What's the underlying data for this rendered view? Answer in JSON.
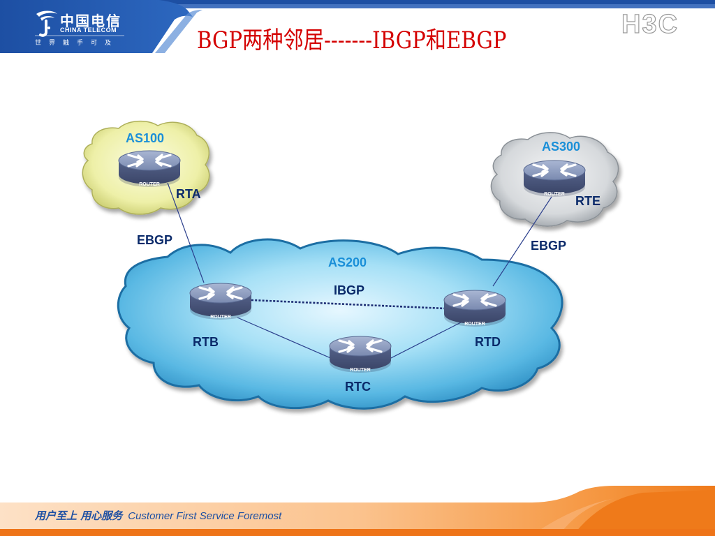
{
  "header": {
    "brand_cn": "中国电信",
    "brand_en": "CHINA TELECOM",
    "brand_motto": "世界触手可及",
    "title": "BGP两种邻居-------IBGP和EBGP",
    "vendor_logo": "H3C"
  },
  "diagram": {
    "as_labels": {
      "as100": "AS100",
      "as200": "AS200",
      "as300": "AS300"
    },
    "routers": {
      "rta": "RTA",
      "rtb": "RTB",
      "rtc": "RTC",
      "rtd": "RTD",
      "rte": "RTE"
    },
    "router_badge": "ROUTER",
    "links": {
      "ebgp_left": "EBGP",
      "ebgp_right": "EBGP",
      "ibgp": "IBGP"
    }
  },
  "footer": {
    "slogan_cn": "用户至上 用心服务",
    "slogan_en": "Customer First Service Foremost"
  },
  "colors": {
    "brand_blue": "#1d4fa3",
    "title_red": "#d40000",
    "as_label_blue": "#1a8fd8",
    "router_label_navy": "#0a2a6a",
    "footer_orange": "#f07a1e",
    "cloud_as200": "#7fd0f0",
    "cloud_as100": "#eef0a8",
    "cloud_as300": "#d6d9dc",
    "router_body": "#6d7fa8"
  }
}
